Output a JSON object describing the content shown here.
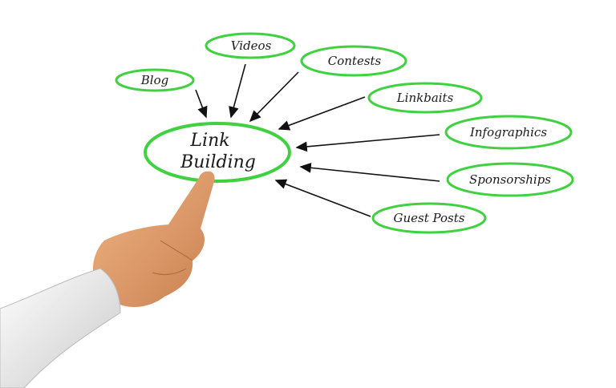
{
  "center": {
    "line1": "Link",
    "line2": "Building"
  },
  "nodes": [
    {
      "id": "blog",
      "label": "Blog"
    },
    {
      "id": "videos",
      "label": "Videos"
    },
    {
      "id": "contests",
      "label": "Contests"
    },
    {
      "id": "linkbaits",
      "label": "Linkbaits"
    },
    {
      "id": "infographics",
      "label": "Infographics"
    },
    {
      "id": "sponsorships",
      "label": "Sponsorships"
    },
    {
      "id": "guest-posts",
      "label": "Guest Posts"
    }
  ],
  "colors": {
    "ellipse": "#3fd13f",
    "arrow": "#111111",
    "skin": "#e2a070",
    "sleeve": "#e8e8e8"
  }
}
